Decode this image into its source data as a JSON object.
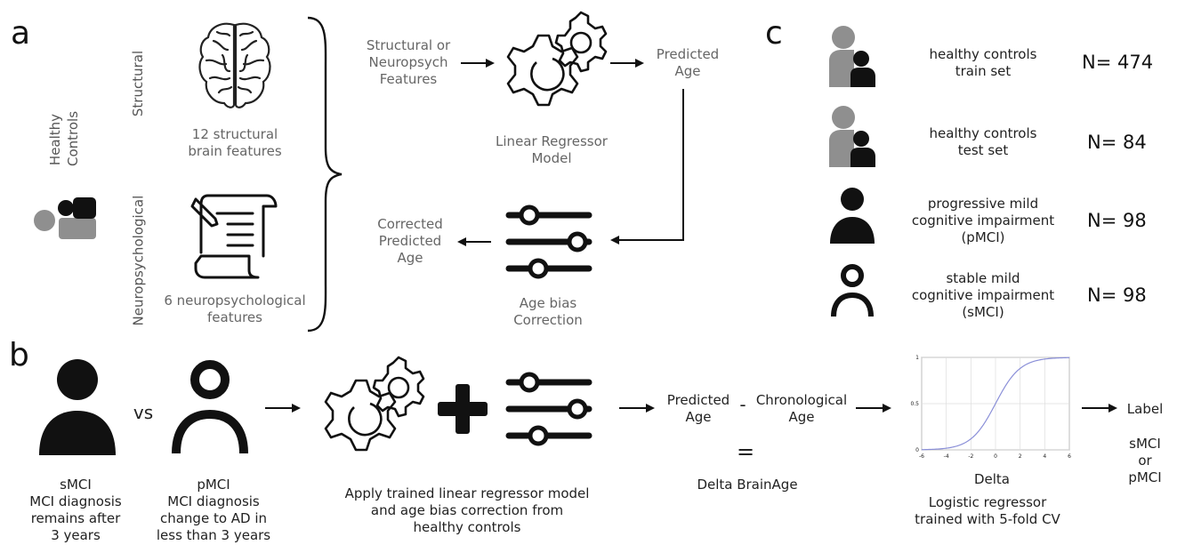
{
  "panels": {
    "a": "a",
    "b": "b",
    "c": "c"
  },
  "a": {
    "side_label_line1": "Healthy",
    "side_label_line2": "Controls",
    "structural_label": "Structural",
    "neuropsych_label": "Neuropsychological",
    "structural_feat_line1": "12 structural",
    "structural_feat_line2": "brain features",
    "neuro_feat_line1": "6 neuropsychological",
    "neuro_feat_line2": "features",
    "input_line1": "Structural or",
    "input_line2": "Neuropsych",
    "input_line3": "Features",
    "model_line1": "Linear Regressor",
    "model_line2": "Model",
    "predicted_line1": "Predicted",
    "predicted_line2": "Age",
    "bias_line1": "Age bias",
    "bias_line2": "Correction",
    "corrected_line1": "Corrected",
    "corrected_line2": "Predicted",
    "corrected_line3": "Age"
  },
  "b": {
    "vs": "vs",
    "smci_line1": "sMCI",
    "smci_line2": "MCI diagnosis",
    "smci_line3": "remains after",
    "smci_line4": "3 years",
    "pmci_line1": "pMCI",
    "pmci_line2": "MCI diagnosis",
    "pmci_line3": "change to AD in",
    "pmci_line4": "less than 3 years",
    "apply_line1": "Apply trained linear regressor model",
    "apply_line2": "and age bias correction from",
    "apply_line3": "healthy controls",
    "pred_line1": "Predicted",
    "pred_line2": "Age",
    "minus": "-",
    "chrono_line1": "Chronological",
    "chrono_line2": "Age",
    "equals": "=",
    "delta_brainage": "Delta BrainAge",
    "plot_xlabel": "Delta",
    "logit_line1": "Logistic regressor",
    "logit_line2": "trained with 5-fold CV",
    "label_title": "Label",
    "label_opt1": "sMCI",
    "label_opt2": "or",
    "label_opt3": "pMCI"
  },
  "c": {
    "rows": [
      {
        "line1": "healthy controls",
        "line2": "train set",
        "line3": "",
        "n": "N= 474"
      },
      {
        "line1": "healthy controls",
        "line2": "test set",
        "line3": "",
        "n": "N= 84"
      },
      {
        "line1": "progressive mild",
        "line2": "cognitive impairment",
        "line3": "(pMCI)",
        "n": "N= 98"
      },
      {
        "line1": "stable mild",
        "line2": "cognitive impairment",
        "line3": "(sMCI)",
        "n": "N= 98"
      }
    ]
  },
  "chart_data": {
    "type": "line",
    "title": "",
    "xlabel": "Delta",
    "ylabel": "",
    "xlim": [
      -6,
      6
    ],
    "ylim": [
      0,
      1
    ],
    "xticks": [
      "-6",
      "-4",
      "-2",
      "0",
      "2",
      "4",
      "6"
    ],
    "yticks": [
      "0",
      "0.5",
      "1"
    ],
    "grid": true,
    "series": [
      {
        "color": "#8a8fd8",
        "function": "logistic",
        "x": [
          -6,
          -4,
          -2,
          0,
          2,
          4,
          6
        ],
        "y": [
          0.0025,
          0.018,
          0.12,
          0.5,
          0.88,
          0.982,
          0.9975
        ]
      }
    ]
  },
  "colors": {
    "grey_person": "#8f8f8f",
    "dark": "#111111",
    "curve": "#8a8fd8"
  }
}
